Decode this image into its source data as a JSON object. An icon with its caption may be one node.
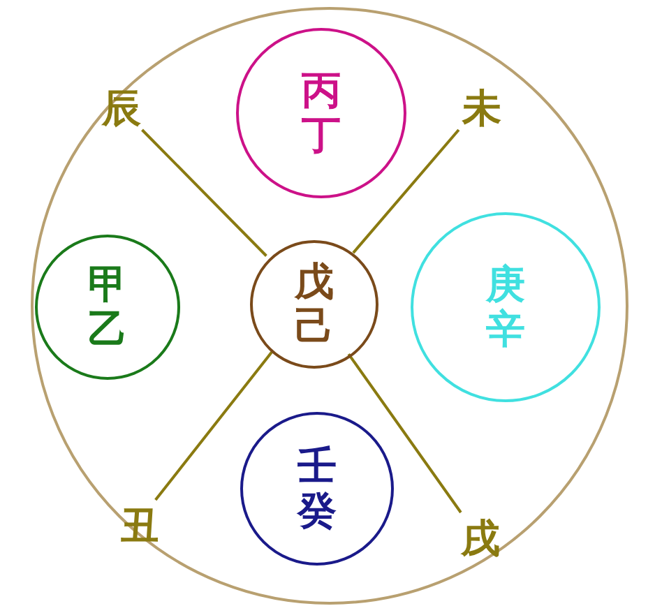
{
  "diagram": {
    "nodes": [
      {
        "text": [],
        "shape": "circle"
      },
      {
        "text": [
          "丙丁"
        ],
        "in": 0
      },
      {
        "text": [
          "辰"
        ],
        "in": 0
      },
      {
        "text": [
          "未"
        ],
        "in": 0
      },
      {
        "text": [
          "甲乙"
        ],
        "in": 0
      },
      {
        "text": [
          "戊己"
        ],
        "in": 0
      },
      {
        "text": [
          "庚辛"
        ],
        "in": 0
      },
      {
        "text": [
          "丑"
        ],
        "in": 0
      },
      {
        "text": [
          "壬癸"
        ],
        "in": 0
      },
      {
        "text": [
          "戌"
        ],
        "in": 0
      }
    ],
    "edges": [
      {
        "from": 5,
        "to": 2,
        "arrow": "none"
      },
      {
        "from": 5,
        "to": 3,
        "arrow": "none"
      },
      {
        "from": 5,
        "to": 7,
        "arrow": "none"
      },
      {
        "from": 5,
        "to": 9,
        "arrow": "none"
      }
    ]
  }
}
